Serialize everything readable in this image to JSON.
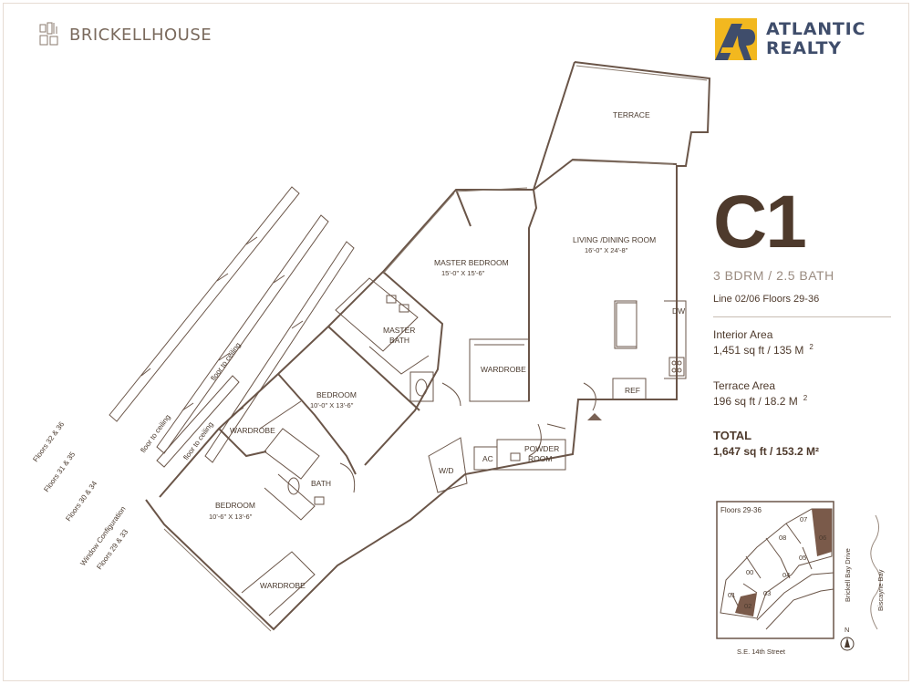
{
  "brand": {
    "name": "BRICKELLHOUSE"
  },
  "realty": {
    "line1": "ATLANTIC",
    "line2": "REALTY",
    "colors": {
      "gold": "#f2b81f",
      "navy": "#3f4d6b"
    }
  },
  "unit": {
    "name": "C1",
    "beds_baths": "3 BDRM  / 2.5 BATH",
    "line_floors": "Line 02/06  Floors 29-36",
    "interior_label": "Interior Area",
    "interior_value": "1,451 sq ft / 135 M",
    "terrace_label": "Terrace Area",
    "terrace_value": "196 sq ft / 18.2 M",
    "sup": "2",
    "total_label": "TOTAL",
    "total_value": "1,647 sq ft / 153.2 M²"
  },
  "rooms": {
    "terrace": "TERRACE",
    "living": "LIVING /DINING ROOM",
    "living_dim": "16'-0\" X 24'-8\"",
    "master": "MASTER BEDROOM",
    "master_dim": "15'-0\" X 15'-6\"",
    "master_bath_1": "MASTER",
    "master_bath_2": "BATH",
    "wardrobe": "WARDROBE",
    "bedroom": "BEDROOM",
    "bedroom2_dim": "10'-0\" X 13'-6\"",
    "bedroom3_dim": "10'-6\" X 13'-6\"",
    "bath": "BATH",
    "powder_1": "POWDER",
    "powder_2": "ROOM",
    "ac": "AC",
    "wd": "W/D",
    "ref": "REF",
    "dw": "DW"
  },
  "windows": {
    "floor_to_ceiling": "floor to ceiling",
    "f3236": "Floors 32 & 36",
    "f3135": "Floors 31 & 35",
    "f3034": "Floors 30 & 34",
    "config_1": "Window Configuration",
    "config_2": "Floors 29 & 33"
  },
  "keyplan": {
    "title": "Floors 29-36",
    "units": [
      "01",
      "02",
      "03",
      "04",
      "05",
      "06",
      "07",
      "08",
      "00"
    ],
    "street_east": "Brickell Bay Drive",
    "water": "Biscayne Bay",
    "street_south": "S.E. 14th Street",
    "north": "N",
    "colors": {
      "highlight": "#7a5a4a",
      "line": "#6a5548"
    }
  }
}
